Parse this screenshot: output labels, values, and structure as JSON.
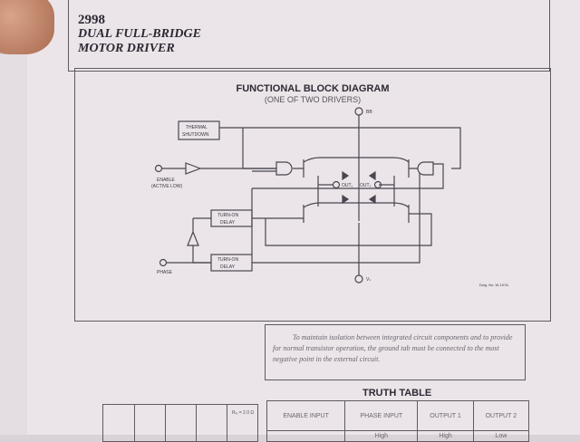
{
  "header": {
    "part_number": "2998",
    "title_line1": "DUAL FULL-BRIDGE",
    "title_line2": "MOTOR DRIVER"
  },
  "diagram": {
    "title": "FUNCTIONAL BLOCK DIAGRAM",
    "subtitle": "(ONE OF TWO DRIVERS)",
    "labels": {
      "thermal1": "THERMAL",
      "thermal2": "SHUTDOWN",
      "enable": "ENABLE",
      "active_low": "(ACTIVE LOW)",
      "turnon": "TURN-ON",
      "delay": "DELAY",
      "phase": "PHASE",
      "out1": "OUT₁",
      "out2": "OUT₂",
      "vbb": "BB",
      "vs": "Vₛ",
      "dwg": "Dwg. No. W-107A"
    }
  },
  "note": "To maintain isolation between integrated circuit components and to provide for normal transistor operation, the ground tab must be connected to the most negative point in the external circuit.",
  "truth_table": {
    "title": "TRUTH TABLE",
    "headers": [
      "ENABLE INPUT",
      "PHASE INPUT",
      "OUTPUT 1",
      "OUTPUT 2"
    ],
    "rows": [
      [
        "",
        "High",
        "High",
        "Low"
      ]
    ]
  },
  "graph": {
    "label": "Rₗₒ = 2.0 Ω"
  }
}
